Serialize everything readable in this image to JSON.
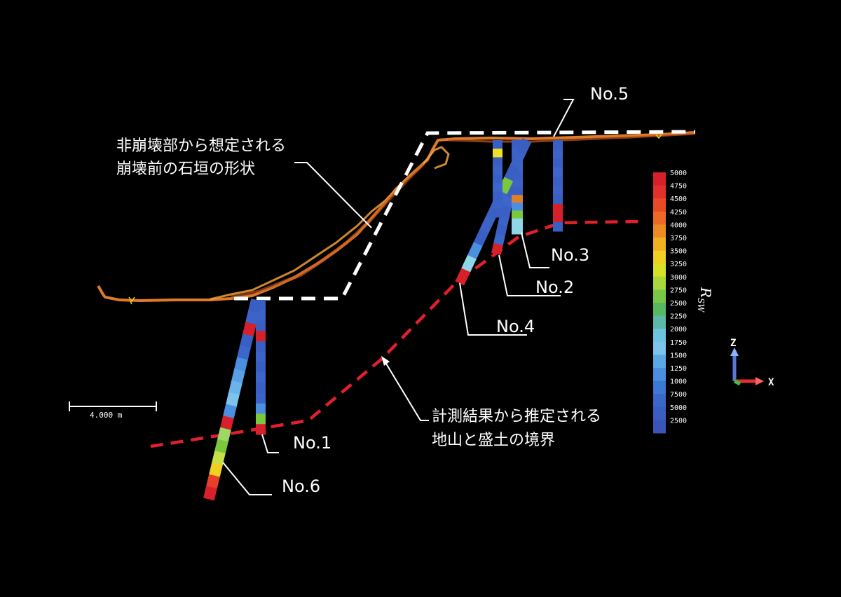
{
  "annotation_top": {
    "line1": "非崩壊部から想定される",
    "line2": "崩壊前の石垣の形状"
  },
  "annotation_bottom": {
    "line1": "計測結果から推定される",
    "line2": "地山と盛土の境界"
  },
  "boreholes": [
    {
      "label": "No.1",
      "colors": [
        "#3a5fc2",
        "#3b63c8",
        "#3a5fc2",
        "#d8202a",
        "#3a5fc2",
        "#3b63c8",
        "#3a5fc2",
        "#3c66cc",
        "#3a60c4",
        "#3b64c9",
        "#4a8fe0",
        "#7cc83c",
        "#d8202a"
      ]
    },
    {
      "label": "No.2",
      "colors": [
        "#3a5fc2",
        "#3b63c8",
        "#3c66cc",
        "#3a60c4",
        "#3b63c8",
        "#3a5fc2",
        "#3c66cc",
        "#3a60c4",
        "#3b63c8",
        "#3a5fc2",
        "#3c66cc",
        "#d8202a"
      ]
    },
    {
      "label": "No.3",
      "colors": [
        "#3a5fc2",
        "#3b63c8",
        "#3a5fc2",
        "#3c66cc",
        "#3a60c4",
        "#3b63c8",
        "#3a5fc2",
        "#e07f2a",
        "#4a8fe0",
        "#7cc83c",
        "#8fd6e8",
        "#8fd6e8"
      ]
    },
    {
      "label": "No.4",
      "colors": [
        "#3a5fc2",
        "#3b63c8",
        "#3a5fc2",
        "#7cc83c",
        "#3c66cc",
        "#3a60c4",
        "#3b63c8",
        "#3a5fc2",
        "#4a8fe0",
        "#8fd6e8",
        "#d8202a"
      ]
    },
    {
      "label": "No.5",
      "colors": [
        "#3a5fc2",
        "#3b63c8",
        "#3a5fc2",
        "#3c66cc",
        "#3a60c4",
        "#3b63c8",
        "#3a5fc2",
        "#d8202a",
        "#d8202a",
        "#3a5fc2"
      ]
    },
    {
      "label": "No.6",
      "colors": [
        "#3a5fc2",
        "#3b63c8",
        "#d8202a",
        "#3a5fc2",
        "#3c66cc",
        "#4a8fe0",
        "#5aa0e6",
        "#6ab4ea",
        "#7cc4ec",
        "#4a8fe0",
        "#d8202a",
        "#9ed864",
        "#7cc83c",
        "#c8e048",
        "#f0d020",
        "#e84028",
        "#d8202a"
      ]
    },
    {
      "label": "",
      "colors": [
        "#3a5fc2",
        "#f0e028",
        "#3a5fc2",
        "#3b63c8",
        "#3a5fc2",
        "#3c66cc",
        "#3a60c4",
        "#3b63c8",
        "#3a5fc2"
      ]
    }
  ],
  "legend": {
    "title_main": "R",
    "title_sub": "SW",
    "ticks": [
      "5000",
      "4750",
      "4500",
      "4250",
      "4000",
      "3750",
      "3500",
      "3250",
      "3000",
      "2750",
      "2500",
      "2250",
      "2000",
      "1750",
      "1500",
      "1250",
      "1000",
      "7500",
      "5000",
      "2500"
    ],
    "colors": [
      "#d8202a",
      "#e2302a",
      "#e84a28",
      "#ec6a26",
      "#ee8a24",
      "#f0b020",
      "#f0d020",
      "#d8e028",
      "#a8d83c",
      "#78c848",
      "#58b860",
      "#5cb8a8",
      "#6cc4e0",
      "#7cc4ec",
      "#5aa8e4",
      "#4a8fe0",
      "#3d78d4",
      "#3a68c8",
      "#3a5fc2",
      "#3955b8"
    ]
  },
  "scale_bar": {
    "label": "4.000 m"
  },
  "axes": {
    "z": "Z",
    "x": "X"
  },
  "colors": {
    "background": "#000000",
    "surface": "#e07a28",
    "boundary_dash": "#e0202a",
    "shape_dash": "#ffffff"
  }
}
